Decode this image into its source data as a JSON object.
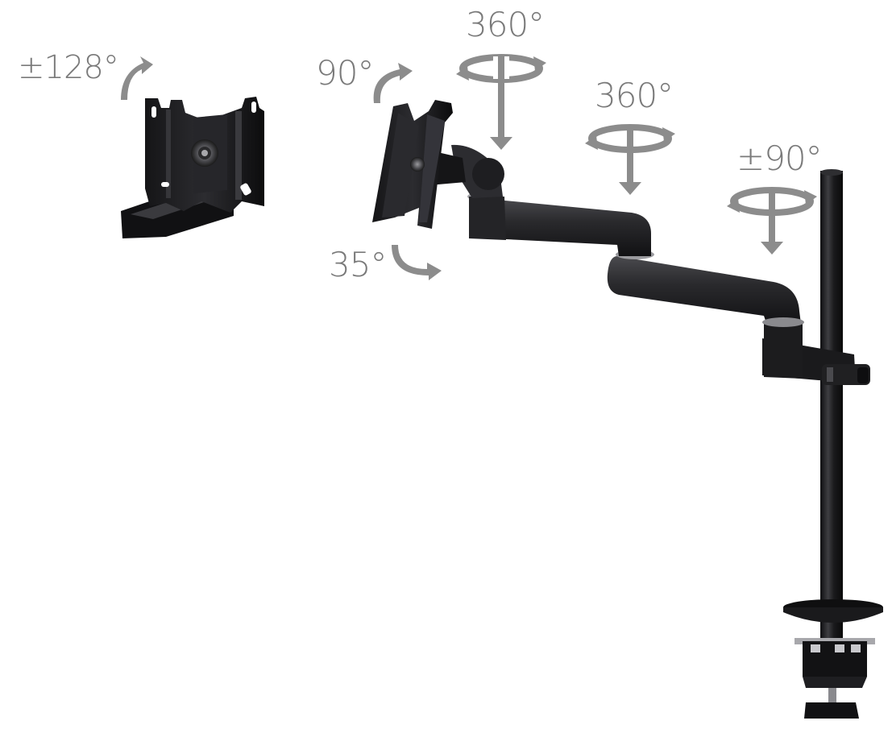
{
  "labels": {
    "tilt_inset": "±128°",
    "rotate_screen": "90°",
    "swivel_head": "360°",
    "swivel_mid": "360°",
    "swivel_base": "±90°",
    "tilt_down": "35°"
  },
  "colors": {
    "arrow_gray": "#8c8c8c",
    "metal_dark": "#1c1c1e",
    "metal_mid": "#3a3a3c",
    "metal_light": "#5a5a5e",
    "label_gray": "#7a7a7a"
  }
}
